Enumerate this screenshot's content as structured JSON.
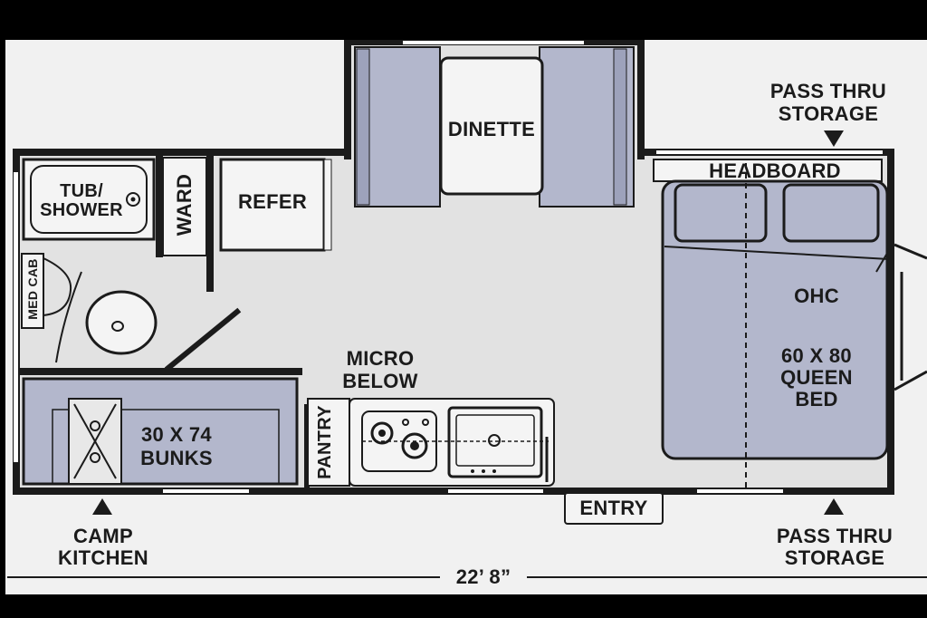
{
  "labels": {
    "dinette": "DINETTE",
    "pass_thru_storage_top_1": "PASS THRU",
    "pass_thru_storage_top_2": "STORAGE",
    "headboard": "HEADBOARD",
    "tub_shower_1": "TUB/",
    "tub_shower_2": "SHOWER",
    "ward": "WARD",
    "refer": "REFER",
    "med_cab": "MED CAB",
    "ohc": "OHC",
    "bed_1": "60 X 80",
    "bed_2": "QUEEN",
    "bed_3": "BED",
    "micro_1": "MICRO",
    "micro_2": "BELOW",
    "pantry": "PANTRY",
    "bunks_1": "30 X 74",
    "bunks_2": "BUNKS",
    "entry": "ENTRY",
    "camp_kitchen_1": "CAMP",
    "camp_kitchen_2": "KITCHEN",
    "pass_thru_storage_bottom_1": "PASS THRU",
    "pass_thru_storage_bottom_2": "STORAGE",
    "length": "22’ 8”"
  },
  "colors": {
    "wall": "#1b1b1b",
    "floor": "#e2e2e2",
    "furniture": "#b3b7cc",
    "paper": "#f1f1f1",
    "white": "#ffffff"
  }
}
